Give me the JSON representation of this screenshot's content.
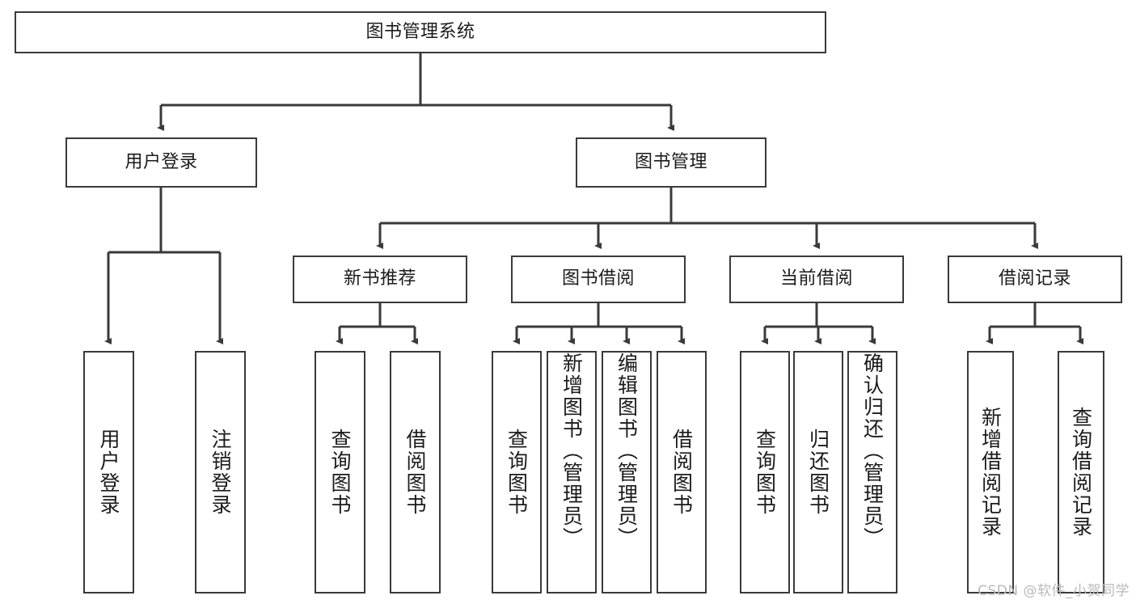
{
  "diagram": {
    "title": "图书管理系统",
    "type": "tree",
    "watermark": "CSDN @软件_小贺同学",
    "colors": {
      "box_border": "#3a3a3a",
      "box_fill": "#ffffff",
      "edge": "#3a3a3a",
      "text": "#1b1b1b",
      "watermark": "#b9b9b9",
      "background": "#ffffff"
    },
    "levels": {
      "root": {
        "label": "图书管理系统"
      },
      "level2": [
        {
          "label": "用户登录"
        },
        {
          "label": "图书管理"
        }
      ],
      "level3": [
        {
          "label": "新书推荐"
        },
        {
          "label": "图书借阅"
        },
        {
          "label": "当前借阅"
        },
        {
          "label": "借阅记录"
        }
      ]
    },
    "leaves": {
      "user_login": [
        {
          "label": "用户登录"
        },
        {
          "label": "注销登录"
        }
      ],
      "new_book_recommend": [
        {
          "label": "查询图书"
        },
        {
          "label": "借阅图书"
        }
      ],
      "book_borrow": [
        {
          "label": "查询图书"
        },
        {
          "label": "新增图书（管理员）"
        },
        {
          "label": "编辑图书（管理员）"
        },
        {
          "label": "借阅图书"
        }
      ],
      "current_borrow": [
        {
          "label": "查询图书"
        },
        {
          "label": "归还图书"
        },
        {
          "label": "确认归还（管理员）"
        }
      ],
      "borrow_record": [
        {
          "label": "新增借阅记录"
        },
        {
          "label": "查询借阅记录"
        }
      ]
    }
  }
}
